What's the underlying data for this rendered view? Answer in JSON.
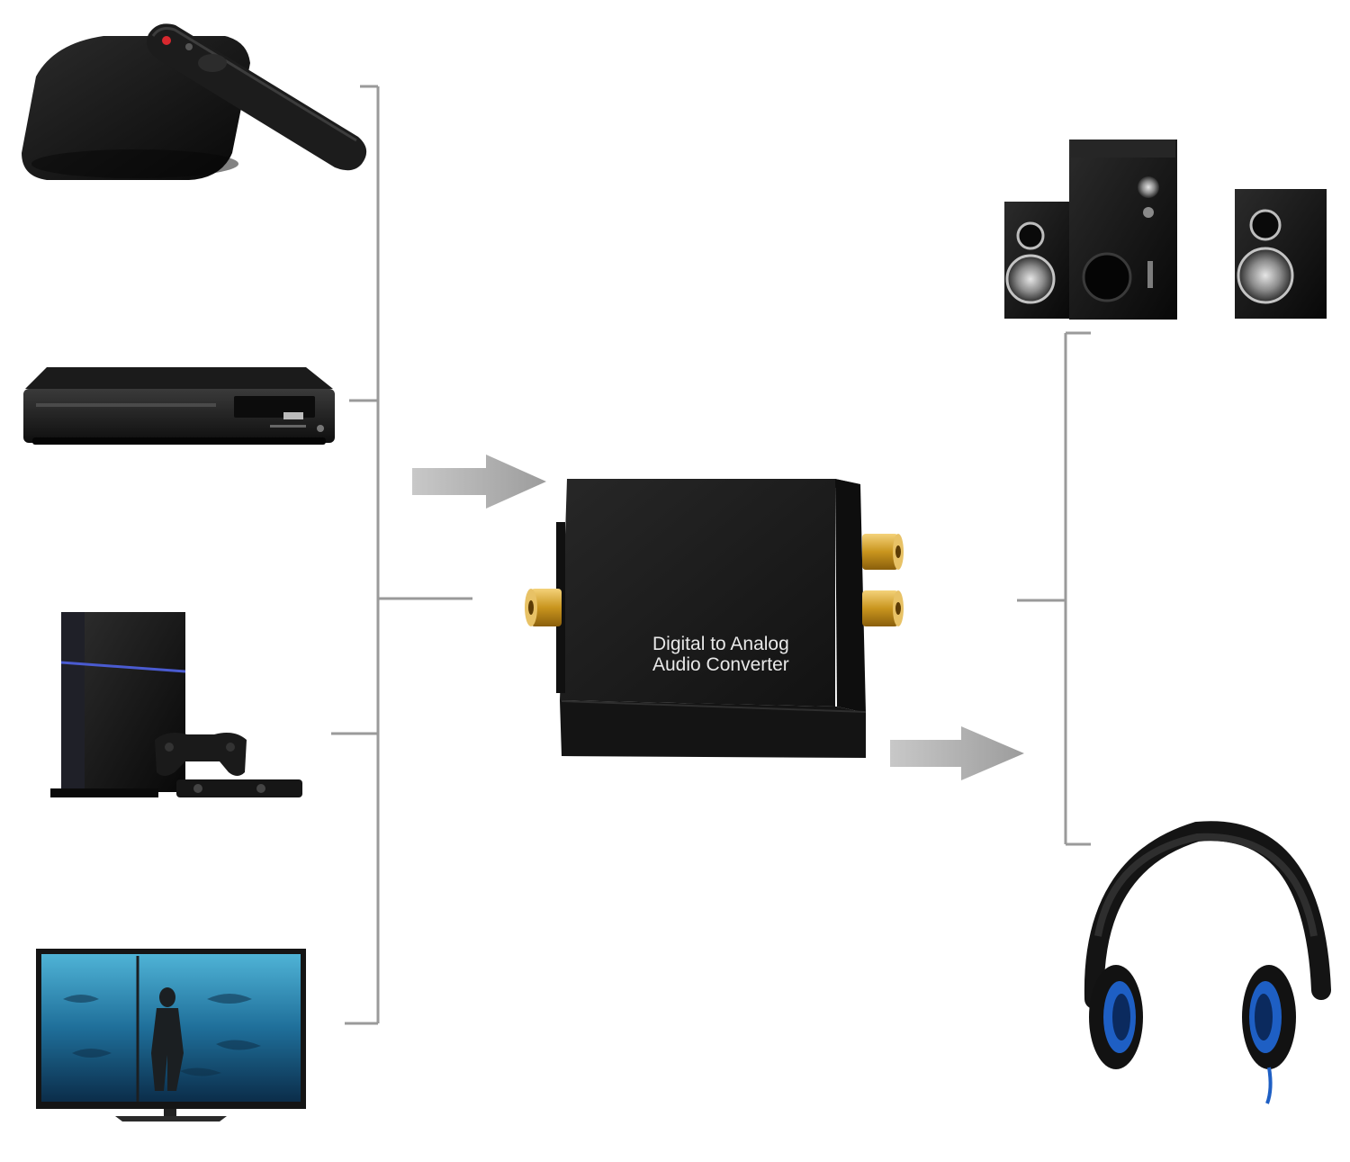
{
  "diagram": {
    "converter": {
      "label_line1": "Digital to Analog",
      "label_line2": "Audio Converter"
    },
    "sources": [
      {
        "name": "tv-box-with-remote"
      },
      {
        "name": "dvd-player"
      },
      {
        "name": "game-console"
      },
      {
        "name": "television"
      }
    ],
    "outputs": [
      {
        "name": "speaker-system"
      },
      {
        "name": "headphones"
      }
    ]
  },
  "colors": {
    "background": "#ffffff",
    "bracket_line": "#9a9a9a",
    "arrow": "#a6a6a6",
    "device_body": "#1a1a1a",
    "connector_gold": "#d9a72e",
    "headphone_accent": "#1e5fc4",
    "converter_text": "#e8e8e8"
  }
}
